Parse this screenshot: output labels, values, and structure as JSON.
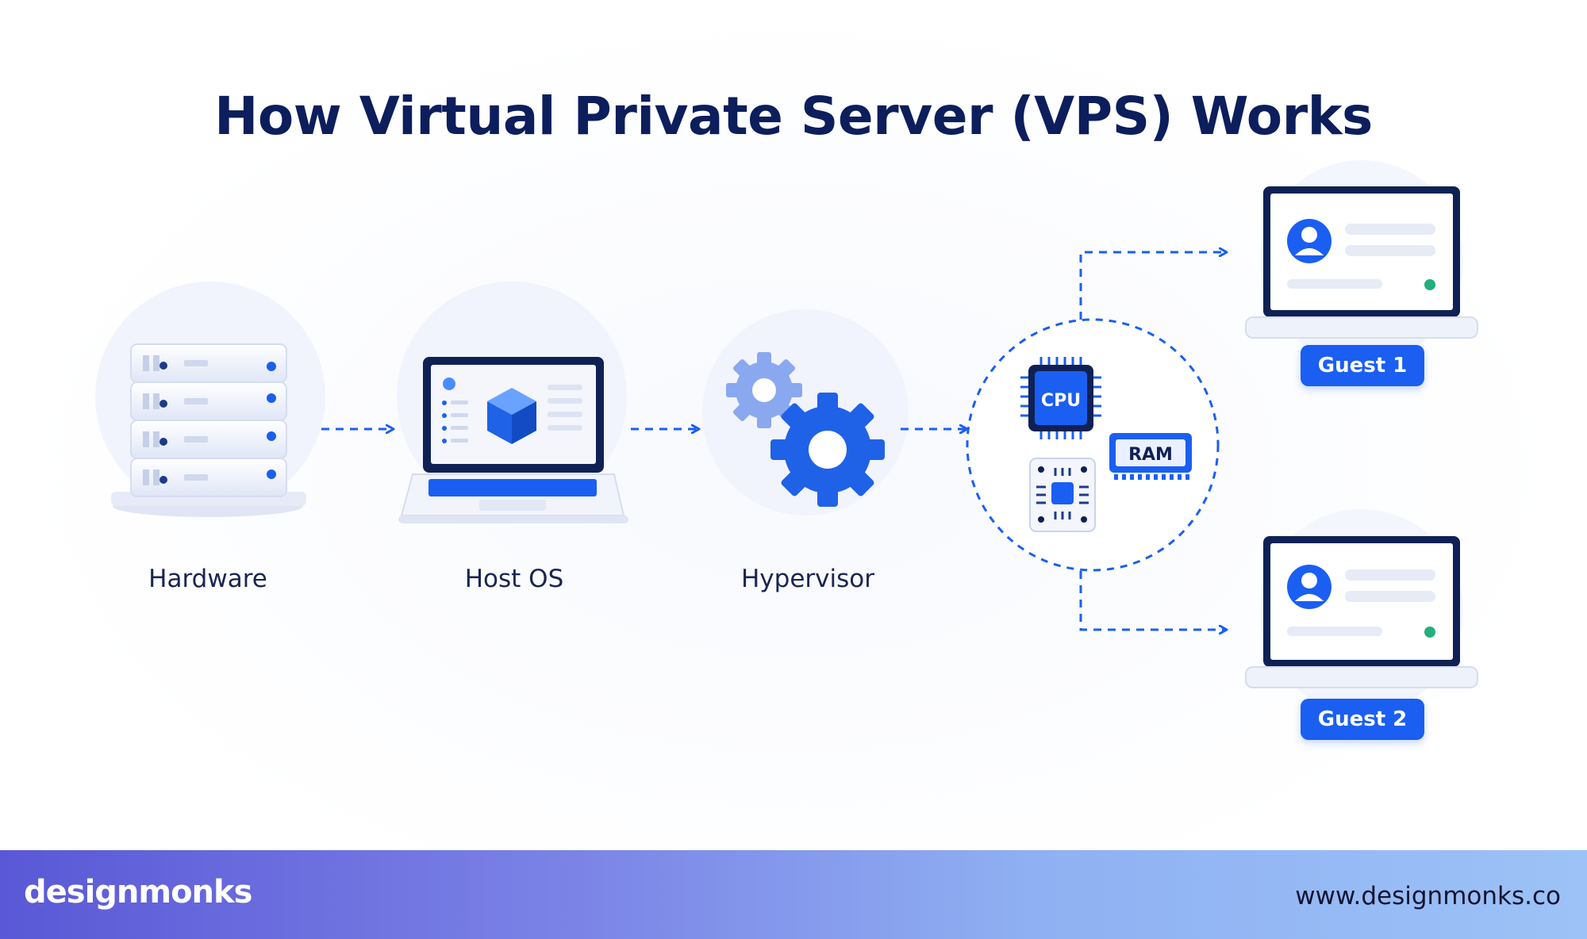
{
  "title": "How Virtual Private Server (VPS) Works",
  "stages": {
    "hardware": "Hardware",
    "host_os": "Host OS",
    "hypervisor": "Hypervisor"
  },
  "resources": {
    "cpu": "CPU",
    "ram": "RAM"
  },
  "guests": {
    "guest1": "Guest 1",
    "guest2": "Guest 2"
  },
  "footer": {
    "logo": "designmonks",
    "website": "www.designmonks.co"
  },
  "colors": {
    "accent": "#1a5ff2",
    "title": "#0c1e5b",
    "status_online": "#22b07d"
  }
}
